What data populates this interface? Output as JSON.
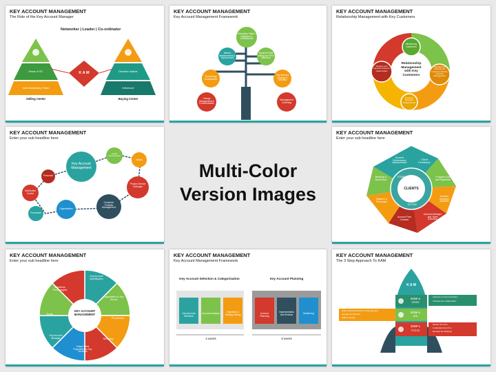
{
  "center": {
    "line1": "Multi-Color",
    "line2": "Version Images"
  },
  "s1": {
    "title": "KEY ACCOUNT MANAGEMENT",
    "subtitle": "The Role of the Key Account Manager",
    "roles": "Networker | Leader | Co-ordinator",
    "kam": "K A M",
    "left": [
      "Head of SC",
      "Interdisciplinary Team",
      "Selling Center"
    ],
    "right": [
      "Decision-Maker",
      "Influencer",
      "Buying Center"
    ]
  },
  "s2": {
    "title": "KEY ACCOUNT MANAGEMENT",
    "subtitle": "Key Account Management Framework",
    "nodes": [
      "Executive Vision, Objective & Commitment",
      "Metrics Measurement & Improvement",
      "Dynamic Field selling and Field Selection",
      "Technology Enablement",
      "Key Account Strategy & Selection",
      "Change Management & Communication",
      "Management Coaching"
    ]
  },
  "s3": {
    "title": "KEY ACCOUNT MANAGEMENT",
    "subtitle": "Relationship Management with Key Customers",
    "center": "Relationship Management with Key Customers",
    "items": [
      "Identify key customers",
      "Integrate and Intensify the business with the Account Management",
      "Evaluate Business Relationships",
      "Develop and Intensify business relationships"
    ]
  },
  "s4": {
    "title": "KEY ACCOUNT MANAGEMENT",
    "subtitle": "Enter your sub headline here",
    "center": "Key Account Management",
    "nodes": [
      "Leads Technologies",
      "Ideas",
      "Product Service Packages",
      "Customer Portfolio Management",
      "Organization",
      "Processes",
      "Distribution Control",
      "Personnel"
    ]
  },
  "s5": {
    "title": "KEY ACCOUNT MANAGEMENT",
    "subtitle": "Enter your sub headline here",
    "center": "CLIENTS",
    "ring": [
      "STRATEGY",
      "ACTION"
    ],
    "items": [
      "Client Feedback",
      "Program Goal and Objectives",
      "Account Selection priorities",
      "Account Manager and Team Selection",
      "Account Plan Creation",
      "Systems & Processes",
      "Meetings & Momentum",
      "Account Performance Measurement"
    ]
  },
  "s6": {
    "title": "KEY ACCOUNT MANAGEMENT",
    "subtitle": "Enter your sub headline here",
    "center": "KEY ACCOUNT MANAGEMENT",
    "items": [
      "Key Account Identification",
      "Organization & Key Unions",
      "Processes",
      "Steering",
      "Unique Value Proposition for Key Accounts",
      "Key Account Manager",
      "Tools",
      "Objectives, Terminologies"
    ]
  },
  "s7": {
    "title": "KEY ACCOUNT MANAGEMENT",
    "subtitle": "Key Account Management Framework",
    "group1": "Key Account Selection & Categorization",
    "group2": "Key Account Planning",
    "cards": [
      "Key Account Selection",
      "Account Analysis",
      "Objectives & Strategy Setting",
      "Account Planning",
      "Implementation and Reviews",
      "Monitoring"
    ],
    "dur1": "4 weeks",
    "dur2": "8 weeks"
  },
  "s8": {
    "title": "KEY ACCOUNT MANAGEMENT",
    "subtitle": "The 3 Step Approach To KAM",
    "kam": "K A M",
    "steps": [
      {
        "label": "STEP 3",
        "sub": "GROW"
      },
      {
        "label": "STEP 2",
        "sub": "WIN"
      },
      {
        "label": "STEP 1",
        "sub": "FOCUS"
      }
    ],
    "notes": [
      "Advance of Communication",
      "Increase the collaboration",
      "Build relationship/Account Management",
      "Manage the Pipeline",
      "Deliver Quality",
      "Monitor the Firm",
      "Understand the Firm",
      "Develop the Strategy"
    ]
  },
  "colors": {
    "teal": "#2aa3a0",
    "green": "#7dc24a",
    "orange": "#f39c12",
    "red": "#d3392c",
    "blue": "#1f8fd0",
    "purple": "#6d3b8e",
    "navy": "#2c4a6b",
    "dark": "#2f4f5f"
  }
}
